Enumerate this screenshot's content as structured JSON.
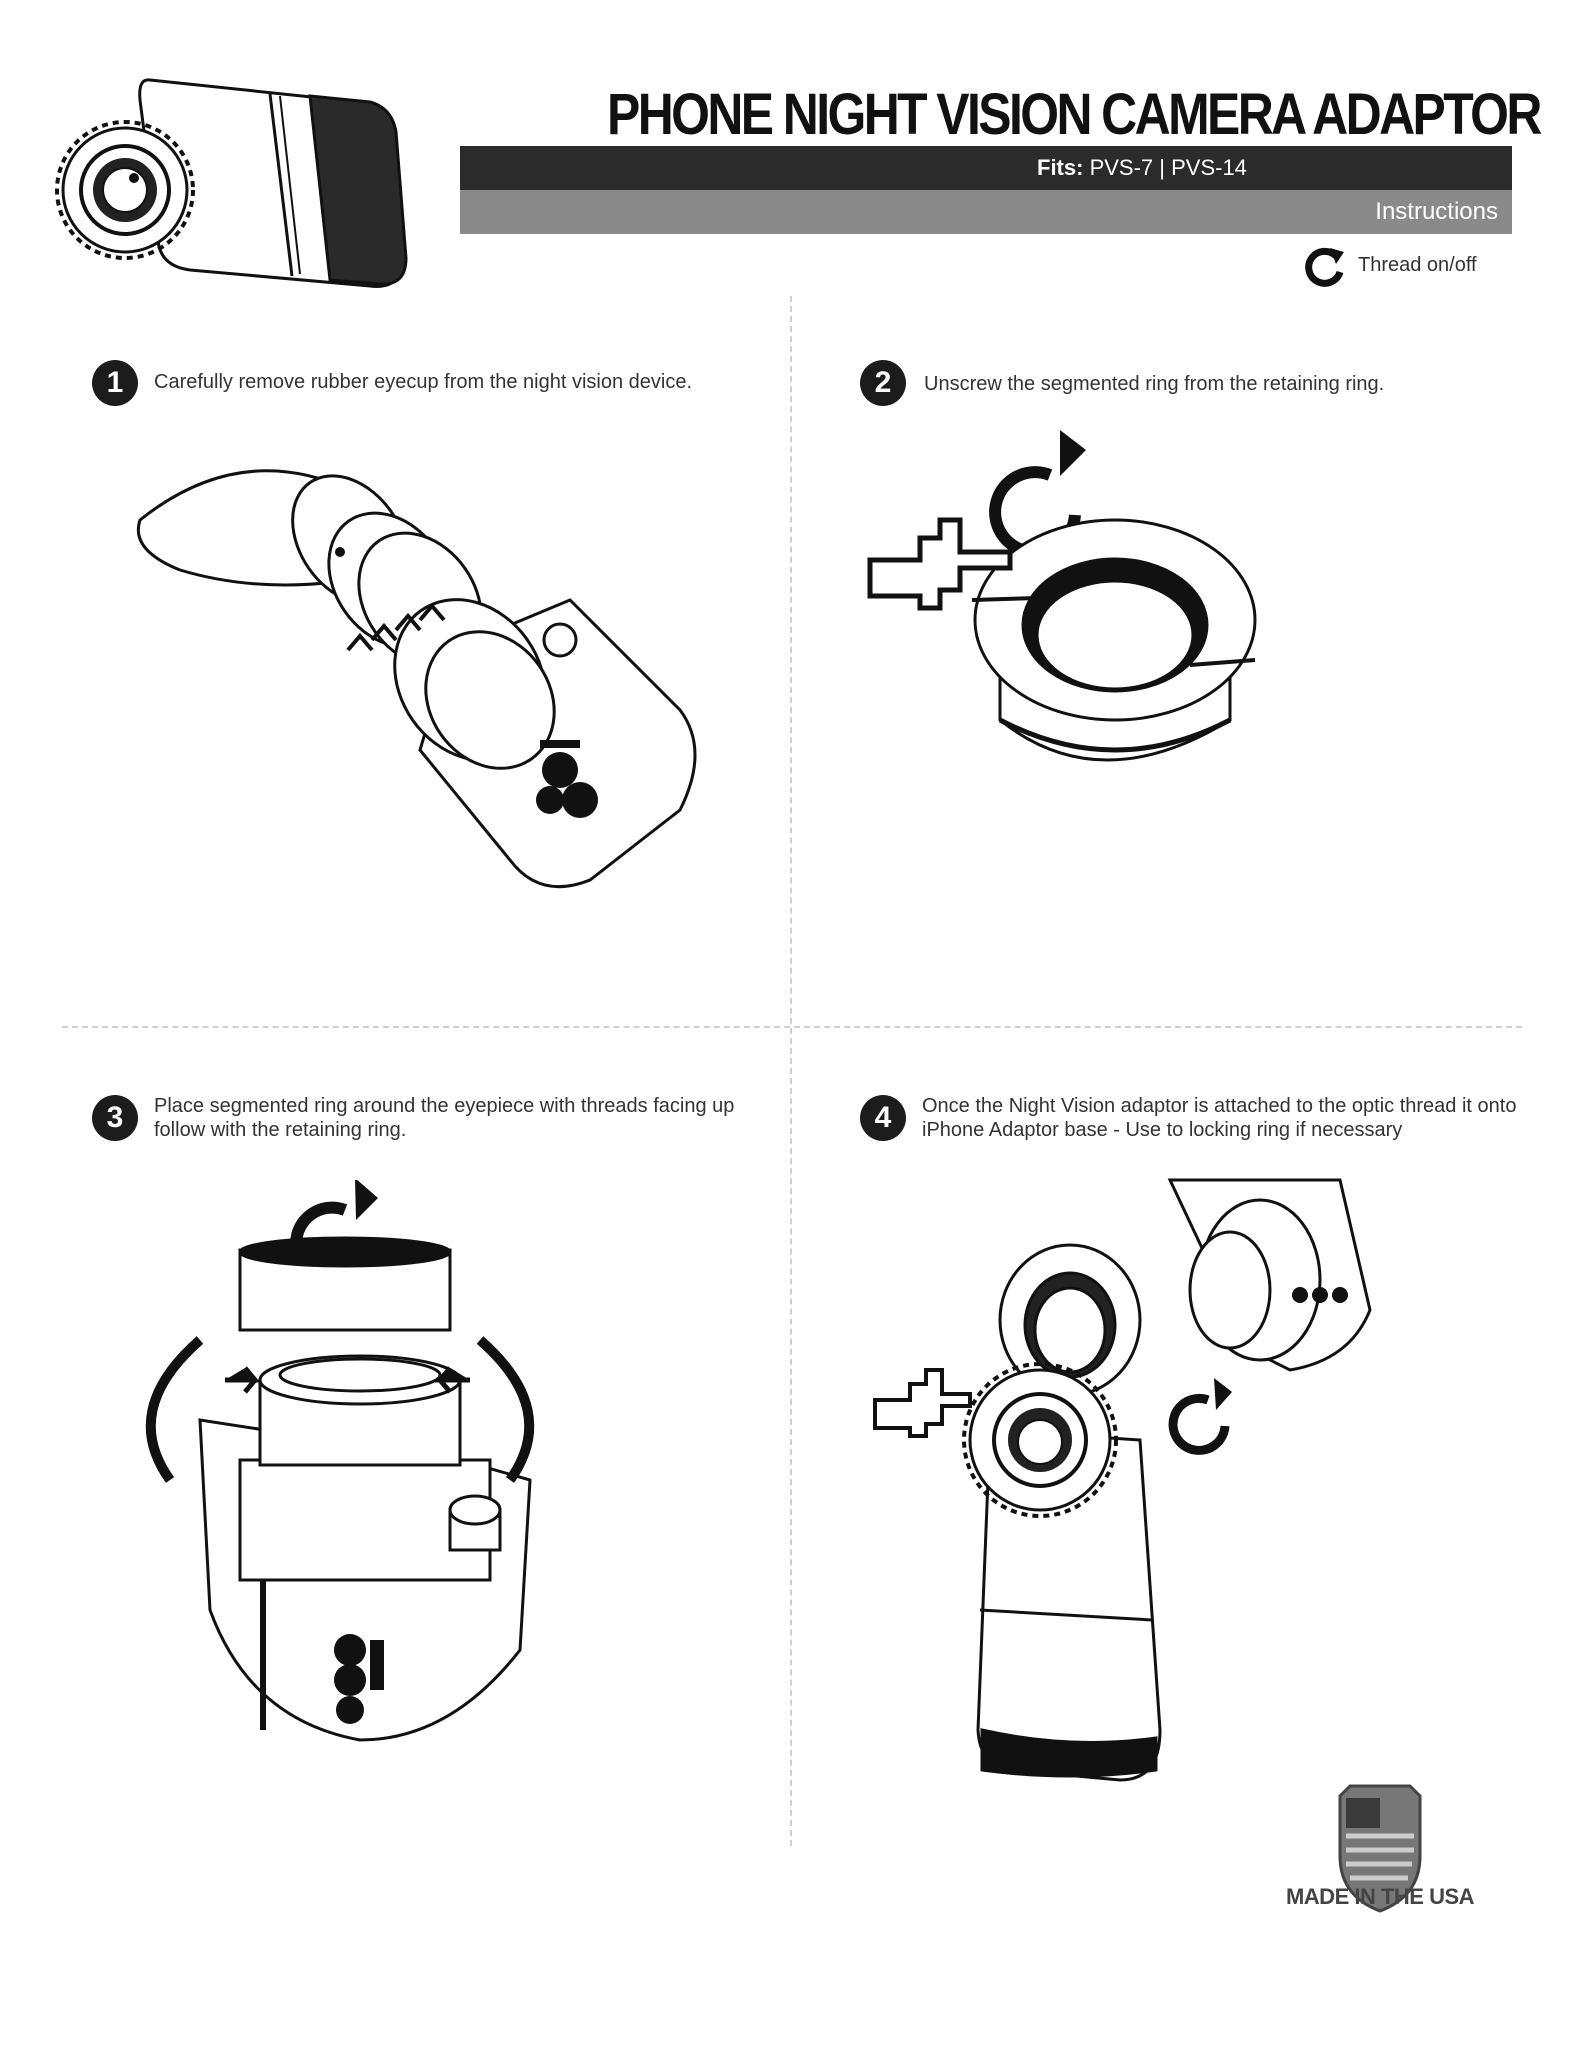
{
  "header": {
    "title": "PHONE NIGHT VISION CAMERA ADAPTOR",
    "fits_label": "Fits:",
    "fits_models": "PVS-7 | PVS-14",
    "subtitle": "Instructions",
    "legend_label": "Thread on/off",
    "legend_icon": "rotate-arrow-icon"
  },
  "steps": [
    {
      "number": "1",
      "text": "Carefully remove rubber eyecup from the night vision device."
    },
    {
      "number": "2",
      "text": "Unscrew the segmented ring from the retaining ring."
    },
    {
      "number": "3",
      "text": "Place segmented ring around the eyepiece with threads facing up follow with the retaining ring."
    },
    {
      "number": "4",
      "text": "Once the Night Vision adaptor is attached to the optic thread it onto iPhone Adaptor base - Use to locking ring if necessary"
    }
  ],
  "footer": {
    "badge_text": "MADE IN THE USA",
    "badge_icon": "usa-shield-icon"
  },
  "colors": {
    "dark_bar": "#2b2b2b",
    "gray_bar": "#8a8a8a",
    "ink": "#111111"
  }
}
